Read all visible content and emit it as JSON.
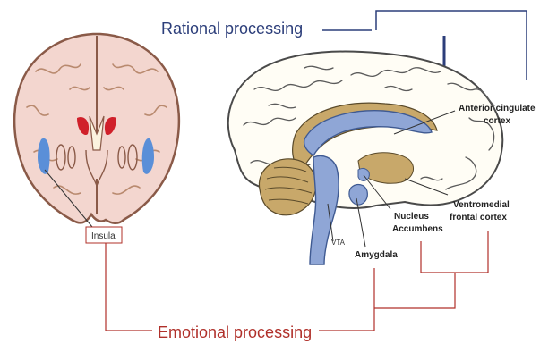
{
  "titles": {
    "rational": "Rational processing",
    "emotional": "Emotional processing"
  },
  "labels": {
    "insula": "Insula",
    "acc_line1": "Anterior cingulate",
    "acc_line2": "cortex",
    "vm_line1": "Ventromedial",
    "vm_line2": "frontal cortex",
    "nacc_line1": "Nucleus",
    "nacc_line2": "Accumbens",
    "vta": "VTA",
    "amygdala": "Amygdala"
  },
  "colors": {
    "rational_lines": "#2c3e7a",
    "emotional_lines": "#b0302a",
    "coronal_fill": "#f3d6cf",
    "coronal_outline": "#8a5a48",
    "sagittal_fill": "#c8a86a",
    "blue_structure": "#8fa6d6",
    "red_structure": "#d0202a"
  }
}
